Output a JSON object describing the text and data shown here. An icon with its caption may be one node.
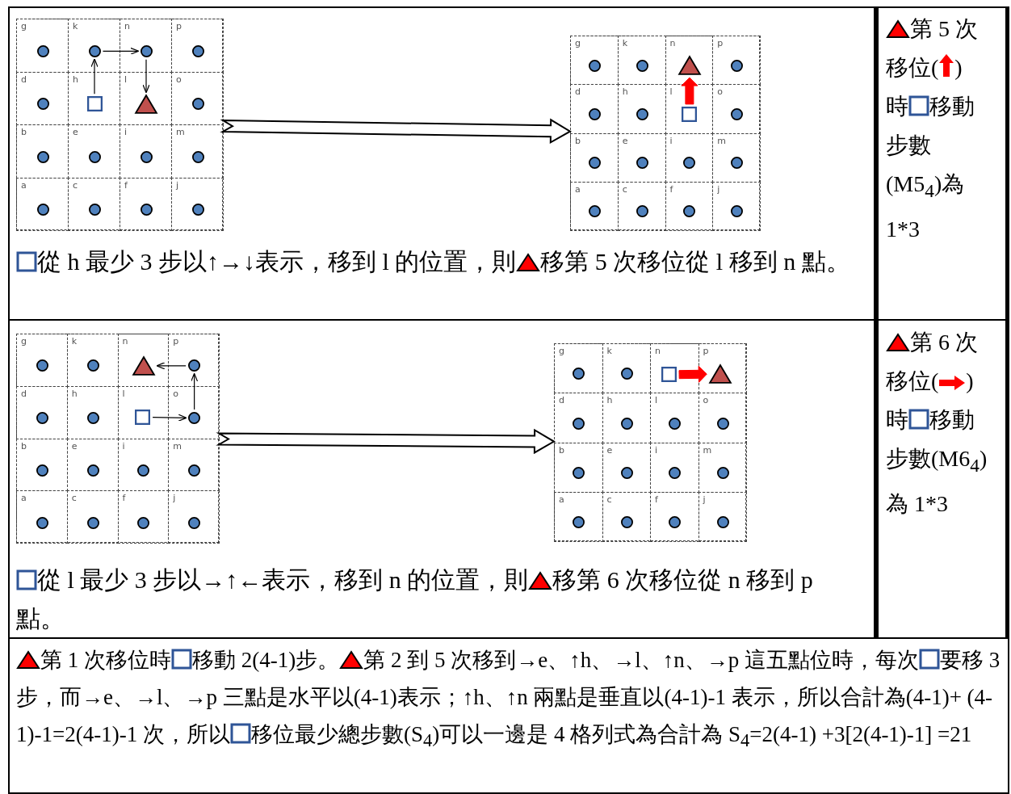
{
  "diagram": {
    "nodes": [
      {
        "text": [],
        "shape": "box"
      },
      {
        "text": [
          "g"
        ],
        "in": 0
      },
      {
        "text": [],
        "shape": "circle",
        "in": 1
      },
      {
        "text": [
          "k"
        ],
        "in": 0
      },
      {
        "text": [],
        "shape": "circle",
        "in": 3
      },
      {
        "text": [
          "n"
        ],
        "in": 0
      },
      {
        "text": [],
        "shape": "circle",
        "in": 5
      },
      {
        "text": [
          "p"
        ],
        "in": 0
      },
      {
        "text": [],
        "shape": "circle",
        "in": 7
      },
      {
        "text": [
          "d"
        ],
        "in": 0
      },
      {
        "text": [],
        "shape": "circle",
        "in": 9
      },
      {
        "text": [
          "h"
        ],
        "in": 0
      },
      {
        "text": [],
        "shape": "box",
        "in": 11
      },
      {
        "text": [
          "l"
        ],
        "in": 0
      },
      {
        "text": [],
        "shape": "triangle",
        "in": 13
      },
      {
        "text": [
          "o"
        ],
        "in": 0
      },
      {
        "text": [],
        "shape": "circle",
        "in": 15
      },
      {
        "text": [
          "b"
        ],
        "in": 0
      },
      {
        "text": [],
        "shape": "circle",
        "in": 17
      },
      {
        "text": [
          "e"
        ],
        "in": 0
      },
      {
        "text": [],
        "shape": "circle",
        "in": 19
      },
      {
        "text": [
          "i"
        ],
        "in": 0
      },
      {
        "text": [],
        "shape": "circle",
        "in": 21
      },
      {
        "text": [
          "m"
        ],
        "in": 0
      },
      {
        "text": [],
        "shape": "circle",
        "in": 23
      },
      {
        "text": [
          "a"
        ],
        "in": 0
      },
      {
        "text": [],
        "shape": "circle",
        "in": 25
      },
      {
        "text": [
          "c"
        ],
        "in": 0
      },
      {
        "text": [],
        "shape": "circle",
        "in": 27
      },
      {
        "text": [
          "f"
        ],
        "in": 0
      },
      {
        "text": [],
        "shape": "circle",
        "in": 29
      },
      {
        "text": [
          "j"
        ],
        "in": 0
      },
      {
        "text": [],
        "shape": "circle",
        "in": 31
      },
      {
        "text": [],
        "shape": "box"
      },
      {
        "text": [
          "g"
        ],
        "in": 33
      },
      {
        "text": [],
        "shape": "circle",
        "in": 34
      },
      {
        "text": [
          "k"
        ],
        "in": 33
      },
      {
        "text": [],
        "shape": "circle",
        "in": 36
      },
      {
        "text": [
          "n"
        ],
        "in": 33
      },
      {
        "text": [],
        "shape": "triangle",
        "in": 38
      },
      {
        "text": [
          "p"
        ],
        "in": 33
      },
      {
        "text": [],
        "shape": "circle",
        "in": 40
      },
      {
        "text": [
          "d"
        ],
        "in": 33
      },
      {
        "text": [],
        "shape": "circle",
        "in": 42
      },
      {
        "text": [
          "h"
        ],
        "in": 33
      },
      {
        "text": [],
        "shape": "circle",
        "in": 44
      },
      {
        "text": [
          "l"
        ],
        "in": 33
      },
      {
        "text": [],
        "shape": "box",
        "in": 46
      },
      {
        "text": [
          "o"
        ],
        "in": 33
      },
      {
        "text": [],
        "shape": "circle",
        "in": 48
      },
      {
        "text": [
          "b"
        ],
        "in": 33
      },
      {
        "text": [],
        "shape": "circle",
        "in": 50
      },
      {
        "text": [
          "e"
        ],
        "in": 33
      },
      {
        "text": [],
        "shape": "circle",
        "in": 52
      },
      {
        "text": [
          "i"
        ],
        "in": 33
      },
      {
        "text": [],
        "shape": "circle",
        "in": 54
      },
      {
        "text": [
          "m"
        ],
        "in": 33
      },
      {
        "text": [],
        "shape": "circle",
        "in": 56
      },
      {
        "text": [
          "a"
        ],
        "in": 33
      },
      {
        "text": [],
        "shape": "circle",
        "in": 58
      },
      {
        "text": [
          "c"
        ],
        "in": 33
      },
      {
        "text": [],
        "shape": "circle",
        "in": 60
      },
      {
        "text": [
          "f"
        ],
        "in": 33
      },
      {
        "text": [],
        "shape": "circle",
        "in": 62
      },
      {
        "text": [
          "j"
        ],
        "in": 33
      },
      {
        "text": [],
        "shape": "circle",
        "in": 64
      },
      {
        "text": [],
        "shape": "box"
      },
      {
        "text": [
          "g"
        ],
        "in": 66
      },
      {
        "text": [],
        "shape": "circle",
        "in": 67
      },
      {
        "text": [
          "k"
        ],
        "in": 66
      },
      {
        "text": [],
        "shape": "circle",
        "in": 69
      },
      {
        "text": [
          "n"
        ],
        "in": 66
      },
      {
        "text": [],
        "shape": "triangle",
        "in": 71
      },
      {
        "text": [
          "p"
        ],
        "in": 66
      },
      {
        "text": [],
        "shape": "circle",
        "in": 73
      },
      {
        "text": [
          "d"
        ],
        "in": 66
      },
      {
        "text": [],
        "shape": "circle",
        "in": 75
      },
      {
        "text": [
          "h"
        ],
        "in": 66
      },
      {
        "text": [],
        "shape": "circle",
        "in": 77
      },
      {
        "text": [
          "l"
        ],
        "in": 66
      },
      {
        "text": [],
        "shape": "box",
        "in": 79
      },
      {
        "text": [
          "o"
        ],
        "in": 66
      },
      {
        "text": [],
        "shape": "circle",
        "in": 81
      },
      {
        "text": [
          "b"
        ],
        "in": 66
      },
      {
        "text": [],
        "shape": "circle",
        "in": 83
      },
      {
        "text": [
          "e"
        ],
        "in": 66
      },
      {
        "text": [],
        "shape": "circle",
        "in": 85
      },
      {
        "text": [
          "i"
        ],
        "in": 66
      },
      {
        "text": [],
        "shape": "circle",
        "in": 87
      },
      {
        "text": [
          "m"
        ],
        "in": 66
      },
      {
        "text": [],
        "shape": "circle",
        "in": 89
      },
      {
        "text": [
          "a"
        ],
        "in": 66
      },
      {
        "text": [],
        "shape": "circle",
        "in": 91
      },
      {
        "text": [
          "c"
        ],
        "in": 66
      },
      {
        "text": [],
        "shape": "circle",
        "in": 93
      },
      {
        "text": [
          "f"
        ],
        "in": 66
      },
      {
        "text": [],
        "shape": "circle",
        "in": 95
      },
      {
        "text": [
          "j"
        ],
        "in": 66
      },
      {
        "text": [],
        "shape": "circle",
        "in": 97
      },
      {
        "text": [],
        "shape": "box"
      },
      {
        "text": [
          "g"
        ],
        "in": 99
      },
      {
        "text": [],
        "shape": "circle",
        "in": 100
      },
      {
        "text": [
          "k"
        ],
        "in": 99
      },
      {
        "text": [],
        "shape": "circle",
        "in": 102
      },
      {
        "text": [
          "n"
        ],
        "in": 99
      },
      {
        "text": [],
        "shape": "box",
        "in": 104
      },
      {
        "text": [
          "p"
        ],
        "in": 99
      },
      {
        "text": [],
        "shape": "triangle",
        "in": 106
      },
      {
        "text": [
          "d"
        ],
        "in": 99
      },
      {
        "text": [],
        "shape": "circle",
        "in": 108
      },
      {
        "text": [
          "h"
        ],
        "in": 99
      },
      {
        "text": [],
        "shape": "circle",
        "in": 110
      },
      {
        "text": [
          "l"
        ],
        "in": 99
      },
      {
        "text": [],
        "shape": "circle",
        "in": 112
      },
      {
        "text": [
          "o"
        ],
        "in": 99
      },
      {
        "text": [],
        "shape": "circle",
        "in": 114
      },
      {
        "text": [
          "b"
        ],
        "in": 99
      },
      {
        "text": [],
        "shape": "circle",
        "in": 116
      },
      {
        "text": [
          "e"
        ],
        "in": 99
      },
      {
        "text": [],
        "shape": "circle",
        "in": 118
      },
      {
        "text": [
          "i"
        ],
        "in": 99
      },
      {
        "text": [],
        "shape": "circle",
        "in": 120
      },
      {
        "text": [
          "m"
        ],
        "in": 99
      },
      {
        "text": [],
        "shape": "circle",
        "in": 122
      },
      {
        "text": [
          "a"
        ],
        "in": 99
      },
      {
        "text": [],
        "shape": "circle",
        "in": 124
      },
      {
        "text": [
          "c"
        ],
        "in": 99
      },
      {
        "text": [],
        "shape": "circle",
        "in": 126
      },
      {
        "text": [
          "f"
        ],
        "in": 99
      },
      {
        "text": [],
        "shape": "circle",
        "in": 128
      },
      {
        "text": [
          "j"
        ],
        "in": 99
      },
      {
        "text": [],
        "shape": "circle",
        "in": 130
      }
    ],
    "edges": [
      {
        "from": 12,
        "to": 4,
        "arrow": "to"
      },
      {
        "from": 4,
        "to": 6,
        "arrow": "to"
      },
      {
        "from": 6,
        "to": 14,
        "arrow": "to"
      },
      {
        "from": 47,
        "to": 39,
        "arrow": "to",
        "style": "thick",
        "color": "#ff0000"
      },
      {
        "from": 80,
        "to": 82,
        "arrow": "to"
      },
      {
        "from": 82,
        "to": 74,
        "arrow": "to"
      },
      {
        "from": 74,
        "to": 72,
        "arrow": "to"
      },
      {
        "from": 105,
        "to": 107,
        "arrow": "to",
        "style": "thick",
        "color": "#ff0000"
      },
      {
        "from": 0,
        "to": 33,
        "arrow": "to",
        "style": "thick"
      },
      {
        "from": 66,
        "to": 99,
        "arrow": "to",
        "style": "thick"
      }
    ],
    "labels": [
      "第 5 次移位(",
      ")時",
      "移動步數(M5$_{4}$)為 1*3",
      "從 h 最少 3 步以↑→↓表示，移到 l 的位置，則",
      "移第 5 次移位從 l 移到 n 點。",
      "第 6 次移位(",
      ")時",
      "移動步數(M6$_{4}$)為 1*3",
      "從 l 最少 3 步以→↑←表示，移到 n 的位置，則",
      "移第 6 次移位從 n 移到 p 點。",
      "第 1 次移位時",
      "移動 2(4-1)步。",
      "第 2 到 5 次移到→e、↑h、→l、↑n、→p 這五點位時，每次",
      "要移 3 步，而→e、→l、→p 三點是水平以(4-1)表示；↑h、↑n 兩點是垂直以(4-1)-1 表示，所以合計為(4-1)+ (4-1)-1=2(4-1)-1 次，所以",
      "移位最少總步數(S$_{4}$)可以一邊是 4 格列式為合計為 S$_{4}$=2(4-1) +3[2(4-1)-1] =21"
    ]
  }
}
